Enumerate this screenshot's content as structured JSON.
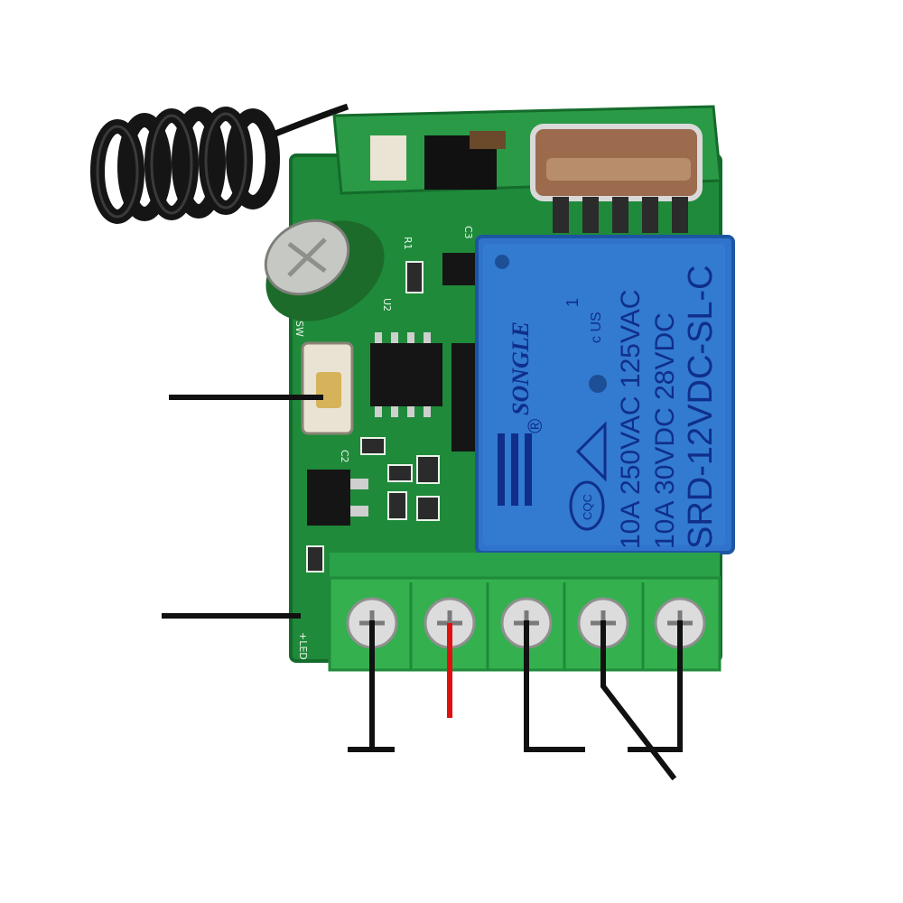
{
  "relay": {
    "brand": "SONGLE",
    "model": "SRD-12VDC-SL-C",
    "rating_line_1": "10A  250VAC  125VAC",
    "rating_line_2": "10A  30VDC  28VDC",
    "ul_marks": "c  US",
    "ul_number": "1",
    "cqc": "CQC",
    "registered_mark": "®"
  },
  "pcb_labels": {
    "sw_label": "SW",
    "c3": "C3",
    "r1": "R1",
    "u2": "U2",
    "c2": "C2",
    "led": "+LED"
  },
  "colors": {
    "pcb_green": "#1f8a3a",
    "terminal_green": "#34b04f",
    "relay_blue": "#2f73cc",
    "wire_black": "#111111",
    "wire_red": "#e01010"
  }
}
